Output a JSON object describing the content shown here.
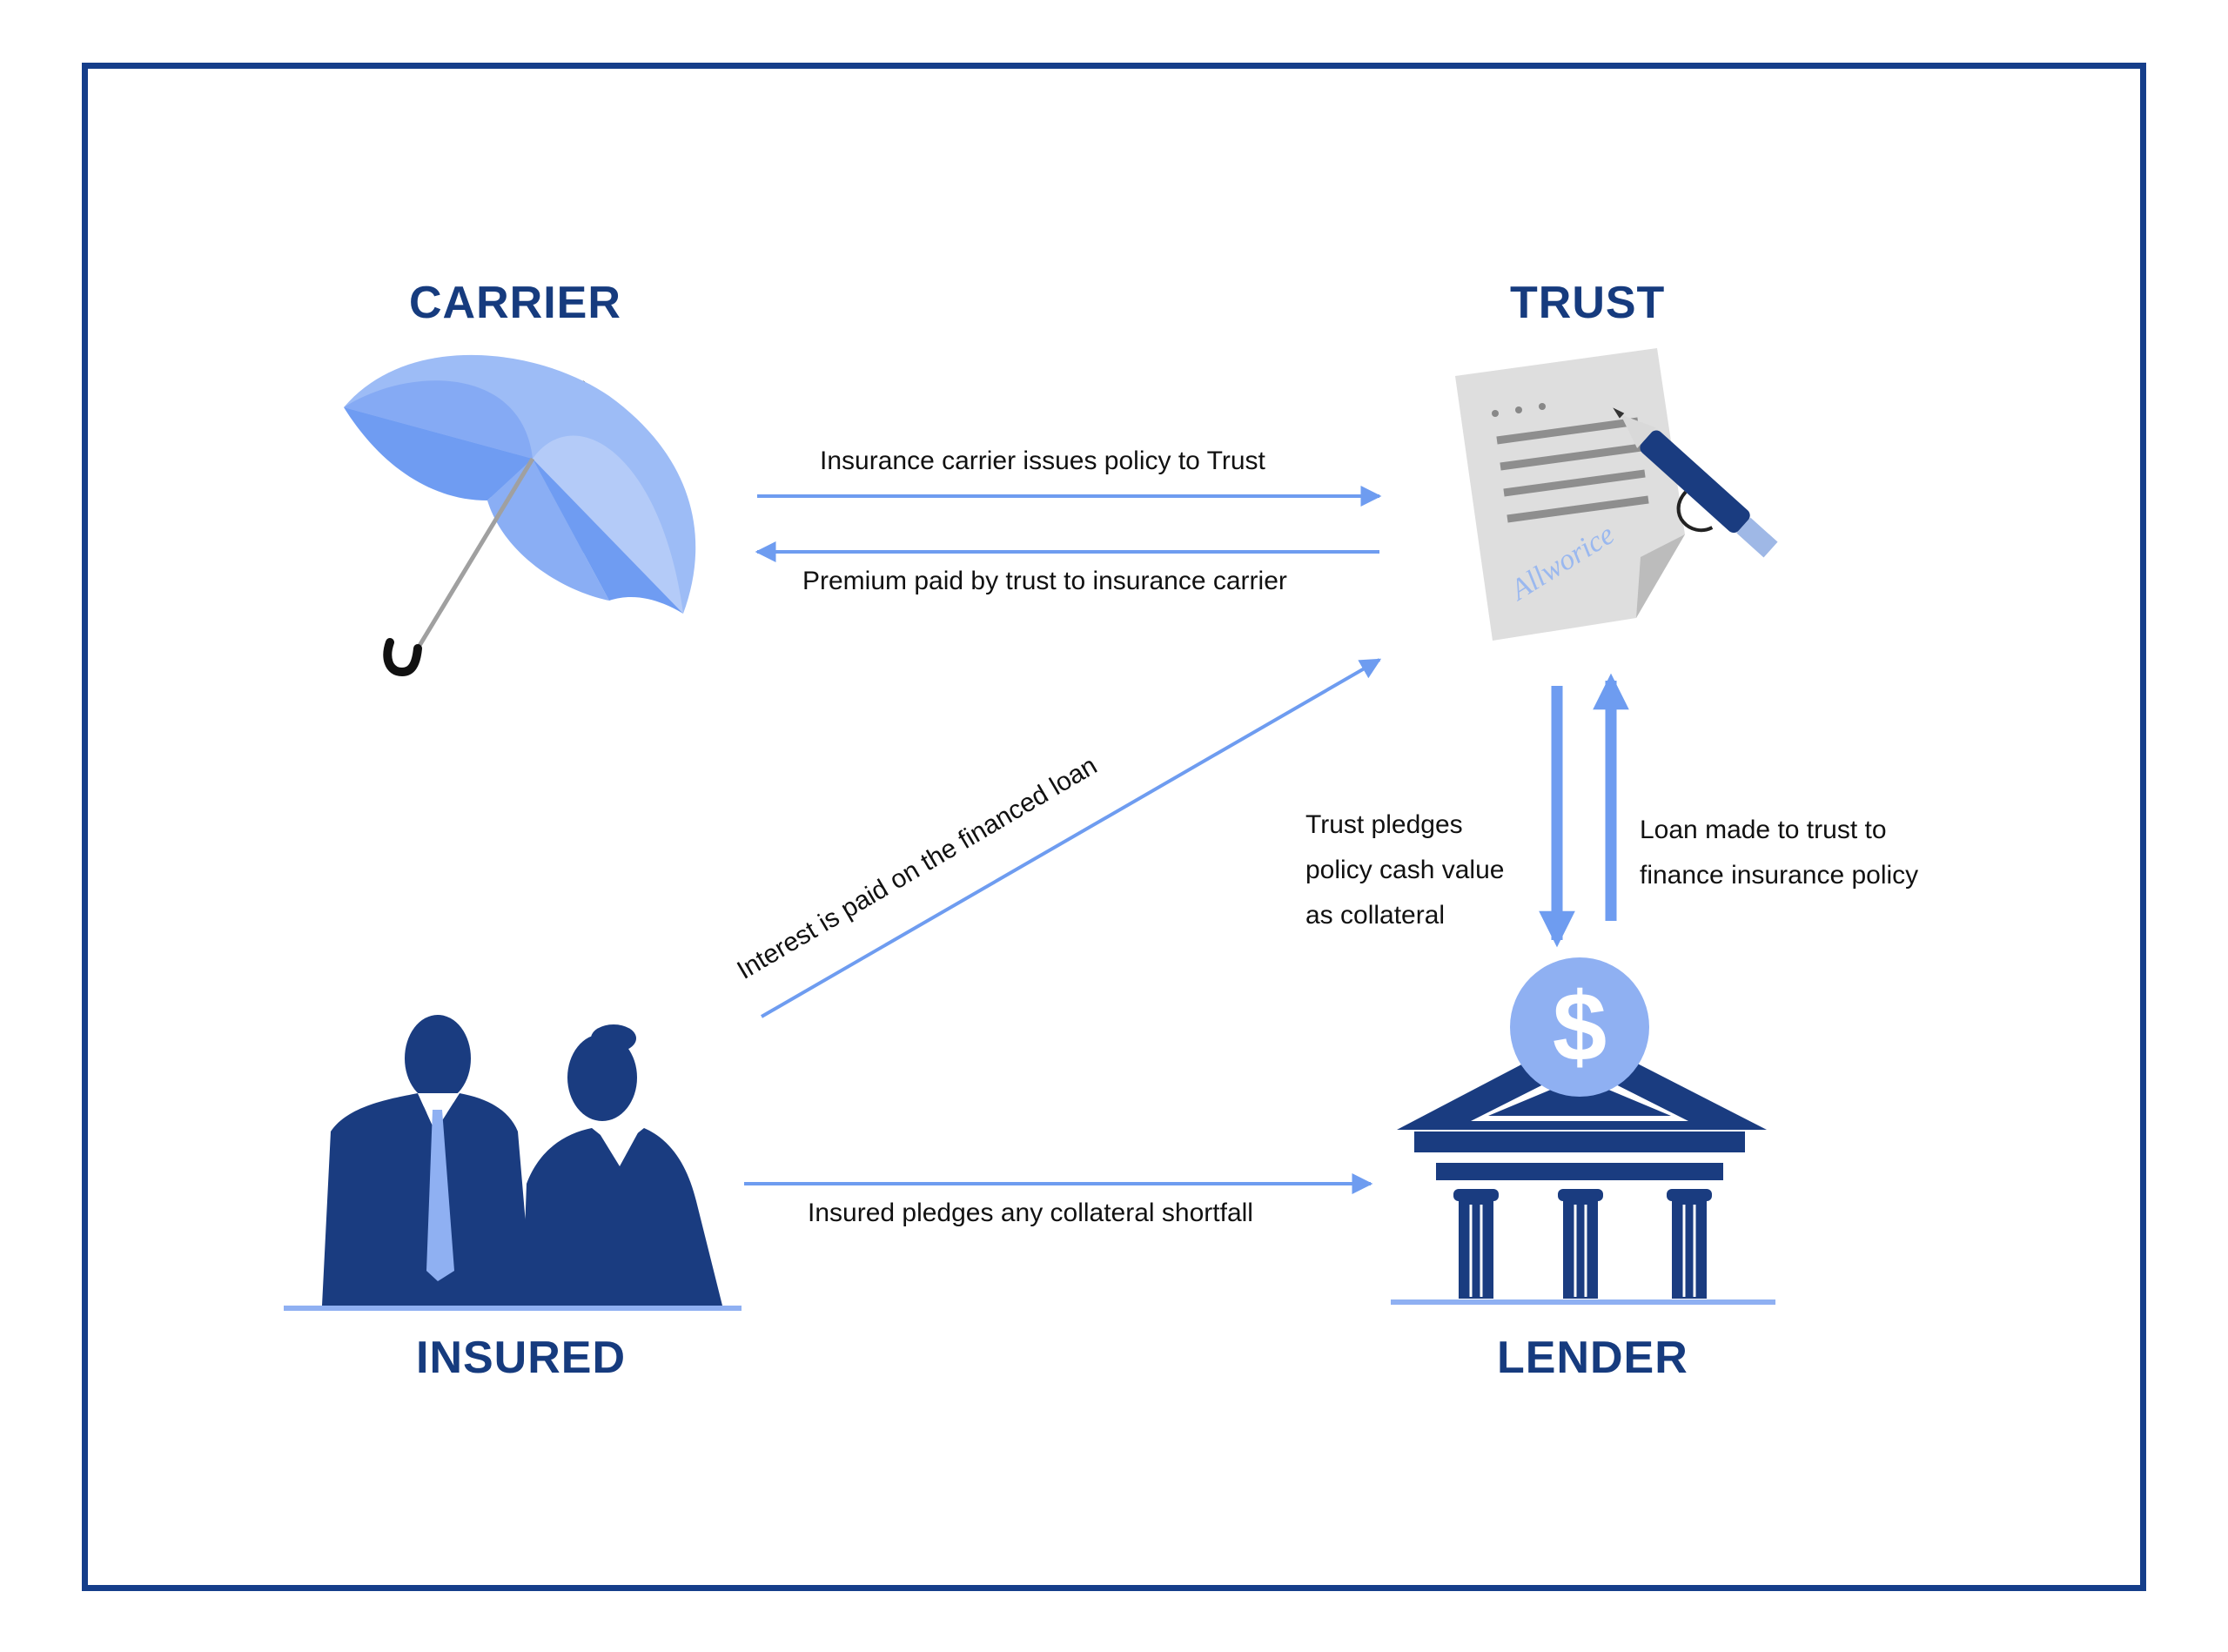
{
  "nodes": {
    "carrier": "CARRIER",
    "trust": "TRUST",
    "insured": "INSURED",
    "lender": "LENDER"
  },
  "flows": {
    "carrier_to_trust": "Insurance carrier issues policy to Trust",
    "trust_to_carrier": "Premium paid by trust to insurance carrier",
    "insured_to_trust": "Interest is paid on the financed loan",
    "insured_to_lender": "Insured pledges any collateral shortfall",
    "trust_to_lender": [
      "Trust pledges",
      "policy cash value",
      "as collateral"
    ],
    "lender_to_trust": [
      "Loan made to trust to",
      "finance insurance policy"
    ]
  },
  "trust_document_signature": "Allworice",
  "lender_icon_symbol": "$",
  "icons": {
    "carrier": "umbrella-icon",
    "trust": "signed-document-pen-icon",
    "insured": "business-people-icon",
    "lender": "bank-building-dollar-icon"
  },
  "colors": {
    "frame": "#153e8a",
    "title": "#163b7e",
    "arrow": "#6e9cf0",
    "icon_dark": "#1a3c80",
    "icon_light": "#8fb0f2"
  }
}
